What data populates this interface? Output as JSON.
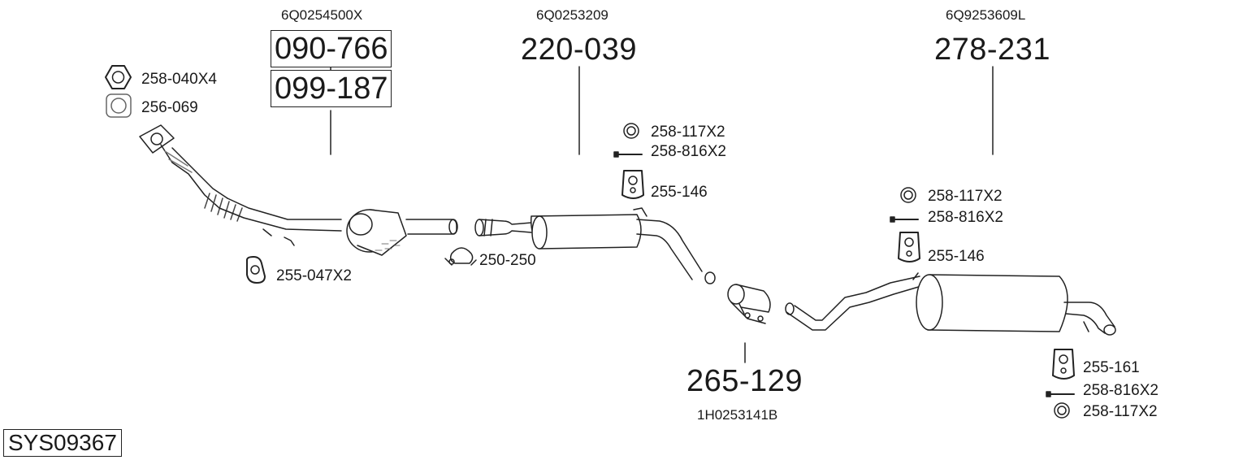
{
  "system_code": "SYS09367",
  "sections": {
    "front": {
      "oem": "6Q0254500X",
      "part_primary": "090-766",
      "part_secondary": "099-187"
    },
    "middle": {
      "oem": "6Q0253209",
      "part": "220-039"
    },
    "rear": {
      "oem": "6Q9253609L",
      "part": "278-231"
    },
    "connector": {
      "oem": "1H0253141B",
      "part": "265-129"
    }
  },
  "fittings": {
    "nut": "258-040X4",
    "gasket": "256-069",
    "hanger_front": "255-047X2",
    "clamp": "250-250",
    "mid_ring": "258-117X2",
    "mid_bolt": "258-816X2",
    "mid_hanger": "255-146",
    "rear_ring": "258-117X2",
    "rear_bolt": "258-816X2",
    "rear_hanger": "255-146",
    "tail_hanger": "255-161",
    "tail_bolt": "258-816X2",
    "tail_ring": "258-117X2"
  },
  "colors": {
    "line": "#222222",
    "fill": "#ffffff",
    "shade": "#bdbdbd"
  }
}
